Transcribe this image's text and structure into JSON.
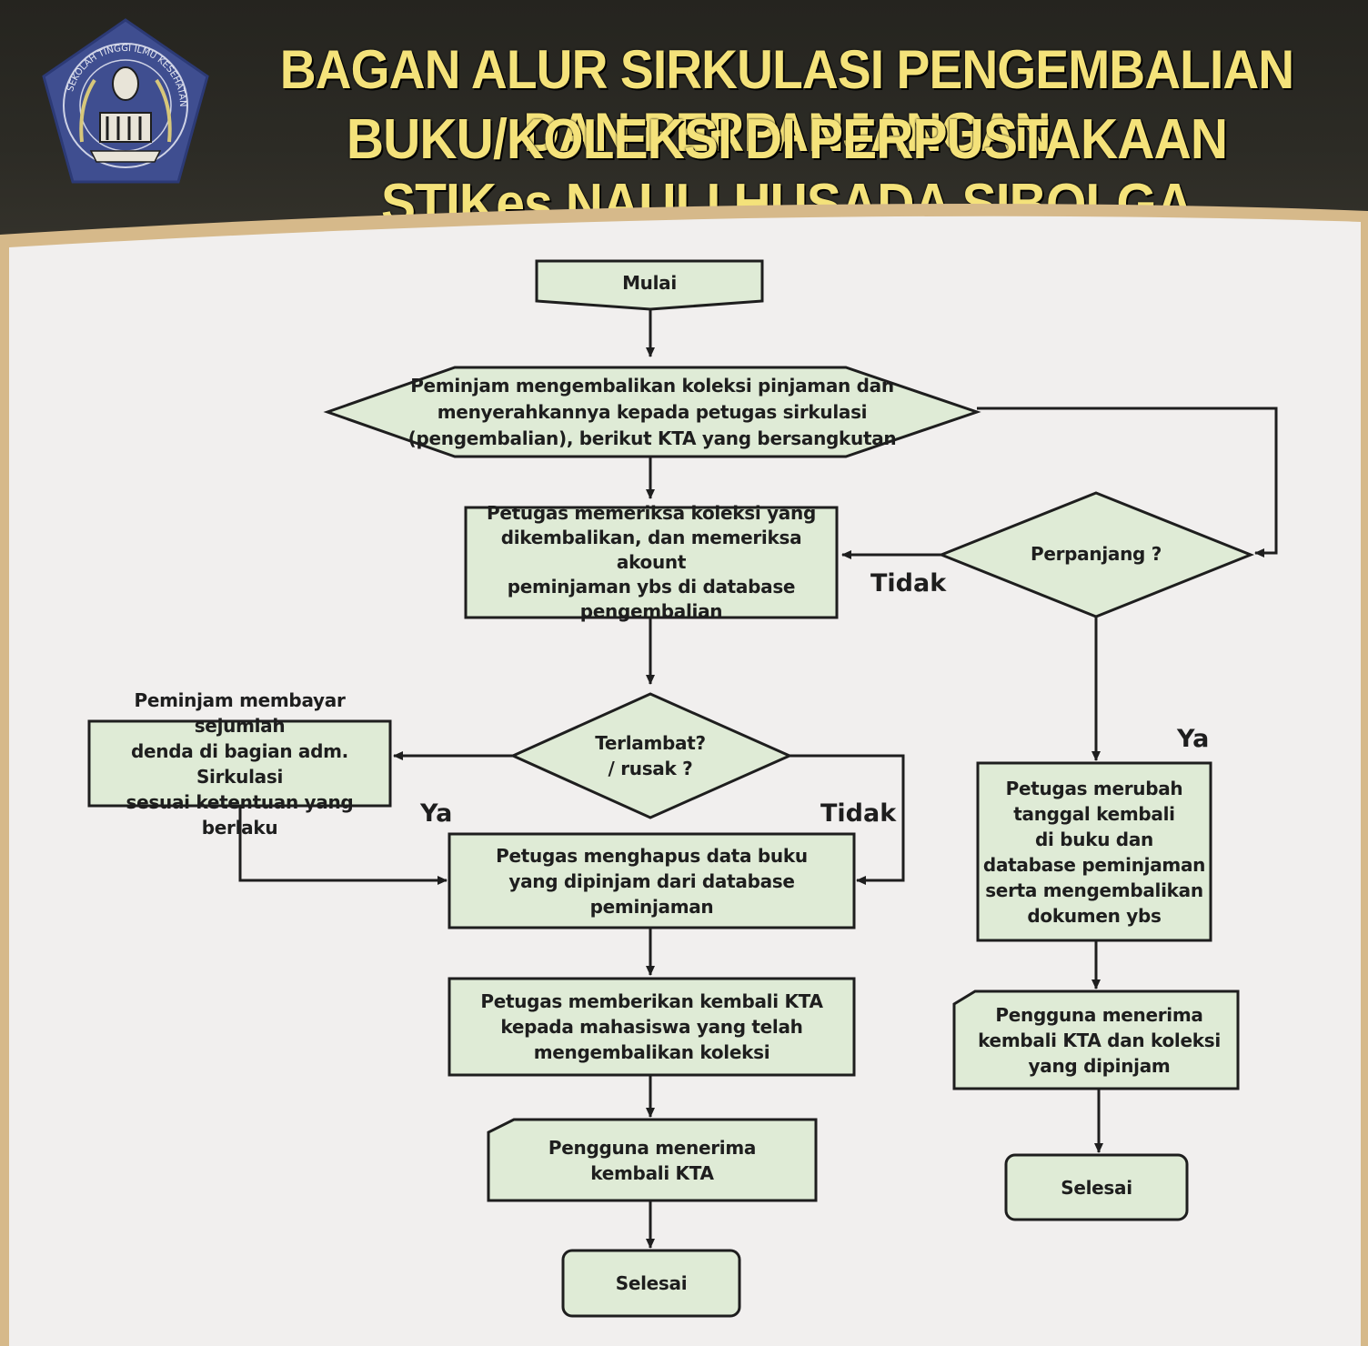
{
  "header": {
    "title_line_1": "BAGAN ALUR SIRKULASI PENGEMBALIAN DAN PERPANJANGAN",
    "title_line_2": "BUKU/KOLEKSI DI PERPUSTAKAAN STIKes NAULI HUSADA SIBOLGA",
    "logo_text": "SEKOLAH TINGGI ILMU KESEHATAN"
  },
  "colors": {
    "header_bg": "#2a2924",
    "title_text": "#f4e27a",
    "panel_bg": "#f1efee",
    "node_fill": "#dfebd6",
    "node_stroke": "#1e1e1e",
    "banner_accent": "#d6b98a",
    "logo_fill": "#3f4e90"
  },
  "nodes": {
    "mulai": "Mulai",
    "kembalikan": [
      "Peminjam mengembalikan koleksi pinjaman dan",
      "menyerahkannya kepada petugas sirkulasi",
      "(pengembalian), berikut KTA yang bersangkutan"
    ],
    "periksa": [
      "Petugas memeriksa koleksi yang",
      "dikembalikan, dan memeriksa akount",
      "peminjaman ybs di database",
      "pengembalian"
    ],
    "terlambat": [
      "Terlambat?",
      "/ rusak ?"
    ],
    "denda": [
      "Peminjam membayar sejumlah",
      "denda di bagian adm. Sirkulasi",
      "sesuai ketentuan yang berlaku"
    ],
    "hapus": [
      "Petugas menghapus data buku",
      "yang dipinjam dari database",
      "peminjaman"
    ],
    "kta": [
      "Petugas memberikan kembali KTA",
      "kepada mahasiswa yang telah",
      "mengembalikan koleksi"
    ],
    "terima_kta": [
      "Pengguna menerima",
      "kembali KTA"
    ],
    "selesai_left": "Selesai",
    "perpanjang": "Perpanjang ?",
    "merubah": [
      "Petugas merubah",
      "tanggal kembali",
      "di buku dan",
      "database peminjaman",
      "serta mengembalikan",
      "dokumen ybs"
    ],
    "terima_koleksi": [
      "Pengguna menerima",
      "kembali KTA dan koleksi",
      "yang dipinjam"
    ],
    "selesai_right": "Selesai"
  },
  "edge_labels": {
    "tidak_perpanjang": "Tidak",
    "ya_perpanjang": "Ya",
    "ya_terlambat": "Ya",
    "tidak_terlambat": "Tidak"
  }
}
